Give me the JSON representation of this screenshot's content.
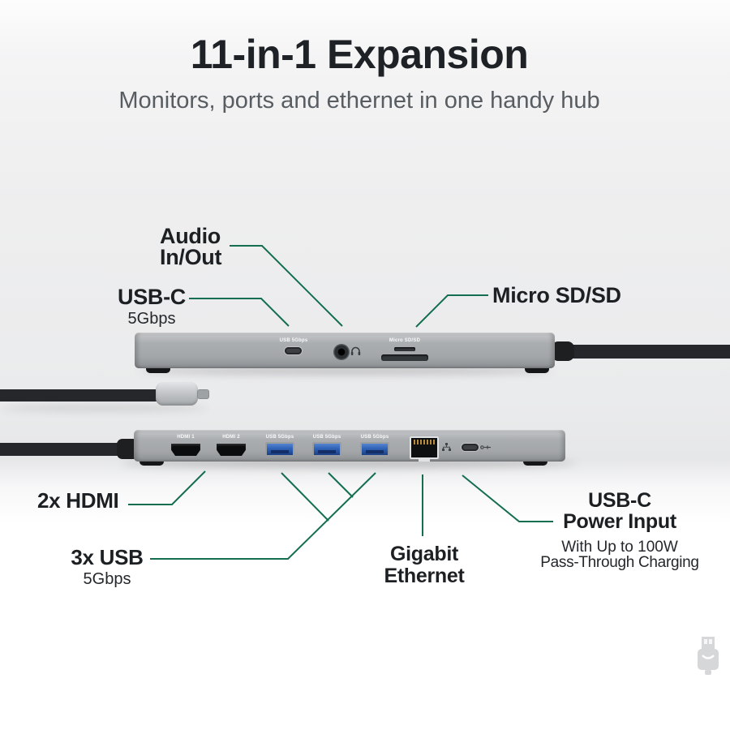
{
  "header": {
    "title": "11-in-1 Expansion",
    "subtitle": "Monitors, ports and ethernet in one handy hub"
  },
  "callouts": {
    "audio": {
      "line1": "Audio",
      "line2": "In/Out"
    },
    "usbc_top": {
      "title": "USB-C",
      "subtitle": "5Gbps"
    },
    "microsd": {
      "title": "Micro SD/SD"
    },
    "hdmi": {
      "title": "2x HDMI"
    },
    "usb": {
      "title": "3x USB",
      "subtitle": "5Gbps"
    },
    "ethernet": {
      "line1": "Gigabit",
      "line2": "Ethernet"
    },
    "power": {
      "line1": "USB-C",
      "line2": "Power Input",
      "sub1": "With Up to 100W",
      "sub2": "Pass-Through Charging"
    }
  },
  "device_top": {
    "usbc_port_label": "USB 5Gbps",
    "card_slot_label": "Micro SD/SD"
  },
  "device_bottom": {
    "hdmi1_label": "HDMI 1",
    "hdmi2_label": "HDMI 2",
    "usb1_label": "USB 5Gbps",
    "usb2_label": "USB 5Gbps",
    "usb3_label": "USB 5Gbps"
  },
  "colors": {
    "callout_line": "#146e50",
    "label_text": "#1d2023",
    "subtitle_text": "#585d62",
    "usb_port_blue": "#2e62b5",
    "device_gray": "#a6a9ac"
  }
}
